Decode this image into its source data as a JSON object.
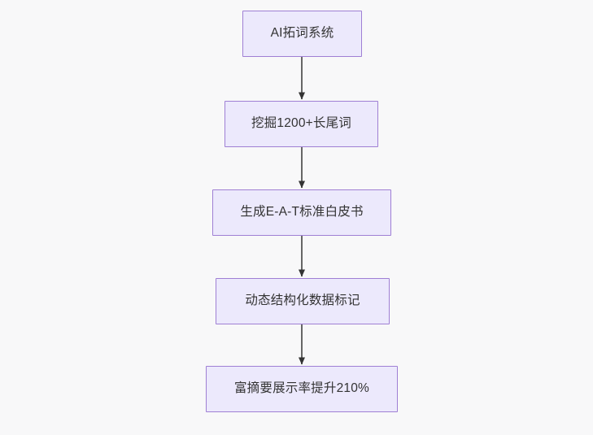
{
  "diagram": {
    "type": "flowchart",
    "direction": "top-to-bottom",
    "background_color": "#f8f8f9",
    "node_fill_color": "#ece9fc",
    "node_border_color": "#9f7fd4",
    "node_text_color": "#333333",
    "edge_color": "#666666",
    "arrowhead_color": "#333333",
    "nodes": [
      {
        "id": "n1",
        "label": "AI拓词系统"
      },
      {
        "id": "n2",
        "label": "挖掘1200+长尾词"
      },
      {
        "id": "n3",
        "label": "生成E-A-T标准白皮书"
      },
      {
        "id": "n4",
        "label": "动态结构化数据标记"
      },
      {
        "id": "n5",
        "label": "富摘要展示率提升210%"
      }
    ],
    "edges": [
      {
        "from": "n1",
        "to": "n2",
        "label": "",
        "arrow": "arrowhead-down-icon"
      },
      {
        "from": "n2",
        "to": "n3",
        "label": "",
        "arrow": "arrowhead-down-icon"
      },
      {
        "from": "n3",
        "to": "n4",
        "label": "",
        "arrow": "arrowhead-down-icon"
      },
      {
        "from": "n4",
        "to": "n5",
        "label": "",
        "arrow": "arrowhead-down-icon"
      }
    ]
  }
}
